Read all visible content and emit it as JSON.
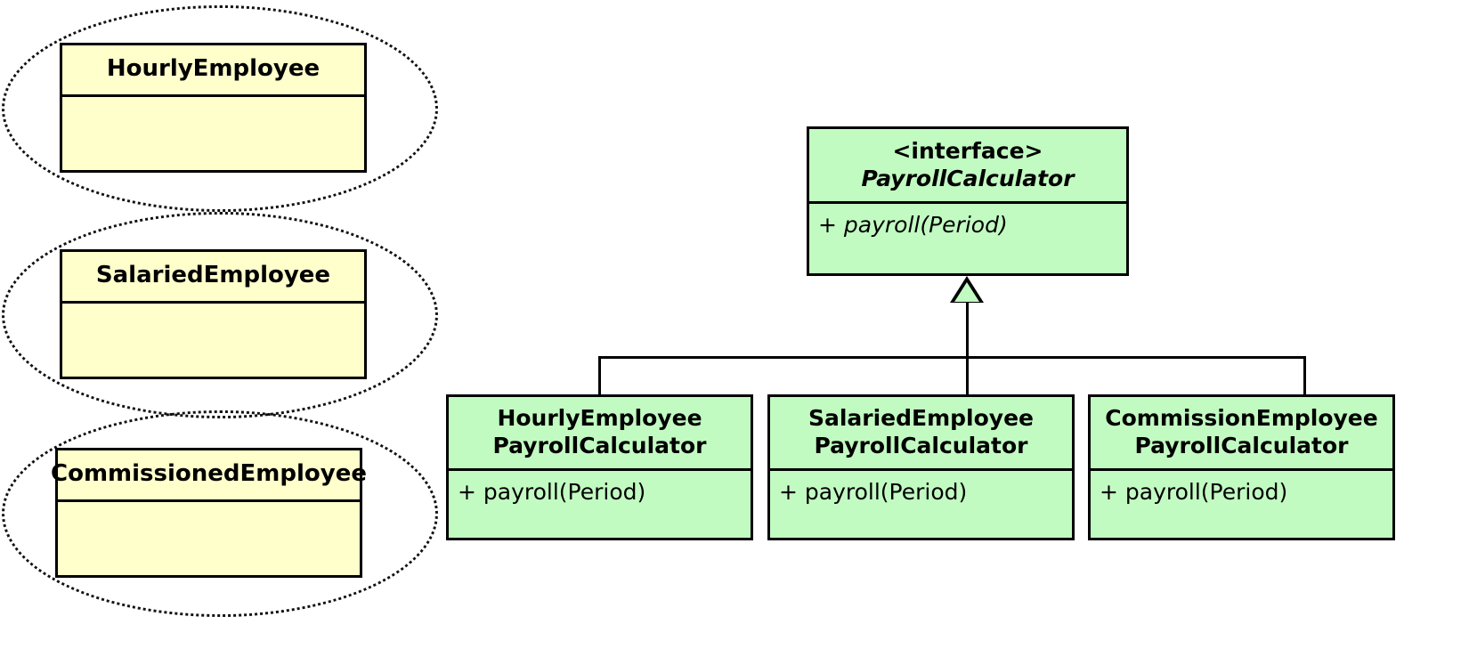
{
  "diagram": {
    "title": "Payroll Calculator UML class diagram",
    "colors": {
      "class_fill": "#ffffcc",
      "interface_fill": "#c2fbc2",
      "stroke": "#000000",
      "background": "#ffffff"
    }
  },
  "employee_classes": [
    {
      "name": "HourlyEmployee",
      "members": []
    },
    {
      "name": "SalariedEmployee",
      "members": []
    },
    {
      "name": "CommissionedEmployee",
      "members": []
    }
  ],
  "interface": {
    "stereotype": "<interface>",
    "name": "PayrollCalculator",
    "operations": [
      "+ payroll(Period)"
    ]
  },
  "implementations": [
    {
      "name_line1": "HourlyEmployee",
      "name_line2": "PayrollCalculator",
      "operations": [
        "+ payroll(Period)"
      ]
    },
    {
      "name_line1": "SalariedEmployee",
      "name_line2": "PayrollCalculator",
      "operations": [
        "+ payroll(Period)"
      ]
    },
    {
      "name_line1": "CommissionEmployee",
      "name_line2": "PayrollCalculator",
      "operations": [
        "+ payroll(Period)"
      ]
    }
  ],
  "relationship": {
    "kind": "generalization",
    "notation": "hollow-triangle"
  }
}
